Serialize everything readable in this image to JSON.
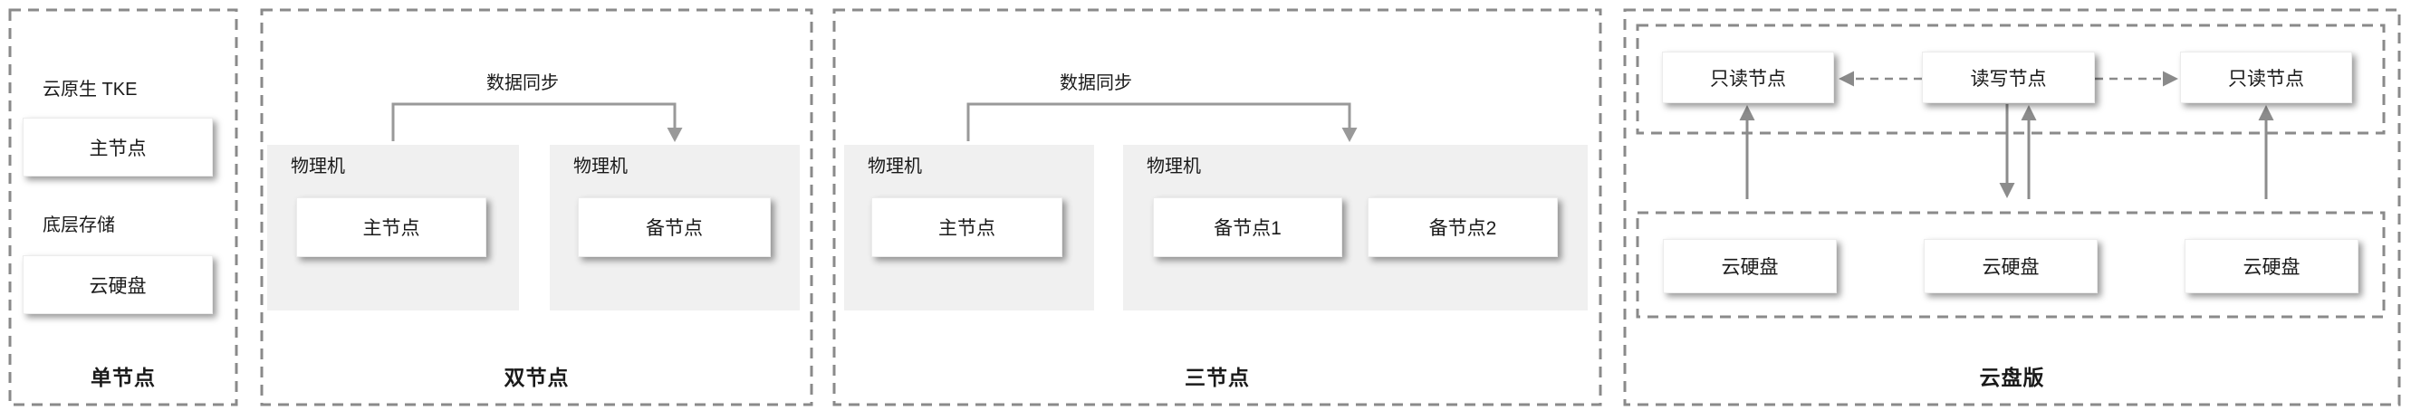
{
  "diagram_title": "database deployment architectures",
  "colors": {
    "panel_dash": "#8a8a8a",
    "sync_arrow": "#999999",
    "vertical_arrow": "#8c8c8c",
    "container_bg": "#f0f0f0",
    "node_bg": "#ffffff",
    "text": "#1a1a1a"
  },
  "panel_single": {
    "caption": "单节点",
    "section1_label": "云原生 TKE",
    "node1": "主节点",
    "section2_label": "底层存储",
    "node2": "云硬盘"
  },
  "panel_dual": {
    "caption": "双节点",
    "sync_label": "数据同步",
    "host1_label": "物理机",
    "host1_node": "主节点",
    "host2_label": "物理机",
    "host2_node": "备节点"
  },
  "panel_triple": {
    "caption": "三节点",
    "sync_label": "数据同步",
    "host1_label": "物理机",
    "host1_node": "主节点",
    "host2_label": "物理机",
    "host2_node1": "备节点1",
    "host2_node2": "备节点2"
  },
  "panel_cloud": {
    "caption": "云盘版",
    "node_left": "只读节点",
    "node_center": "读写节点",
    "node_right": "只读节点",
    "disk1": "云硬盘",
    "disk2": "云硬盘",
    "disk3": "云硬盘"
  }
}
